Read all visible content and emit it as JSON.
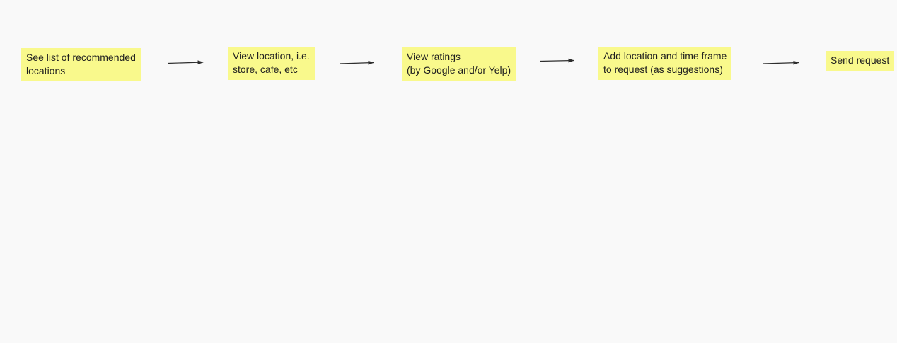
{
  "canvas": {
    "background_color": "#f9f9f9",
    "note_color": "#f9f98c",
    "note_text_color": "#1f1f1f",
    "arrow_color": "#2e2e2e"
  },
  "flow": {
    "notes": [
      {
        "lines": [
          "See list of recommended",
          "locations"
        ]
      },
      {
        "lines": [
          "View location, i.e.",
          "store, cafe, etc"
        ]
      },
      {
        "lines": [
          "View ratings",
          "(by Google and/or Yelp)"
        ]
      },
      {
        "lines": [
          "Add location and time frame",
          "to request (as suggestions)"
        ]
      },
      {
        "lines": [
          "Send request"
        ]
      }
    ]
  }
}
